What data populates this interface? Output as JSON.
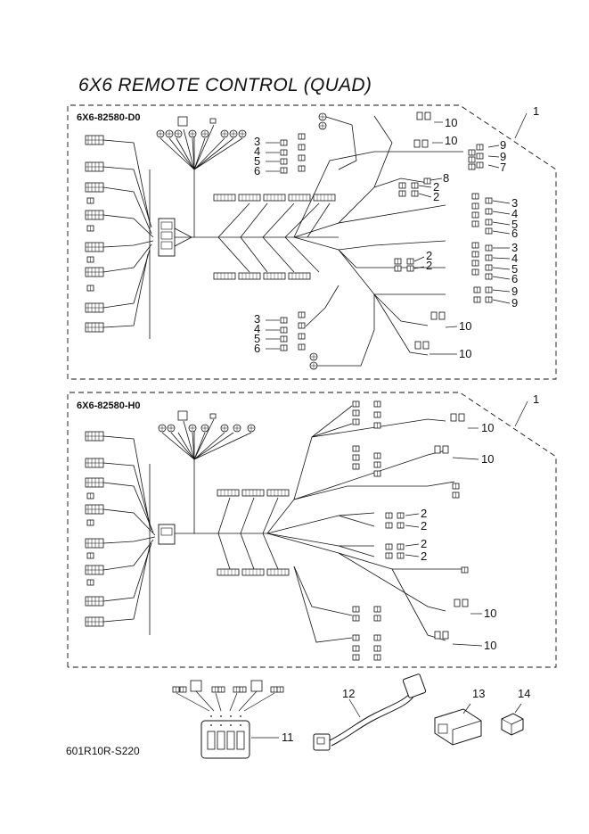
{
  "title": "6X6 REMOTE CONTROL (QUAD)",
  "panel_top": {
    "part_number": "6X6-82580-D0",
    "callouts": {
      "assembly": "1",
      "left_group": [
        "3",
        "4",
        "5",
        "6"
      ],
      "left_group_lower": [
        "3",
        "4",
        "5",
        "6"
      ],
      "right_upper": [
        "10",
        "10",
        "9",
        "9",
        "7",
        "8",
        "2",
        "2"
      ],
      "right_mid": [
        "3",
        "4",
        "5",
        "6"
      ],
      "right_mid2": [
        "3",
        "4",
        "5",
        "6",
        "2",
        "2",
        "9",
        "9"
      ],
      "right_lower": [
        "10",
        "10"
      ]
    }
  },
  "panel_bottom": {
    "part_number": "6X6-82580-H0",
    "callouts": {
      "assembly": "1",
      "right": [
        "10",
        "10",
        "2",
        "2",
        "2",
        "2",
        "10",
        "10"
      ]
    }
  },
  "parts": {
    "switch_panel": "11",
    "adapter_cable": "12",
    "coupler": "13",
    "cap": "14"
  },
  "footer_code": "601R10R-S220"
}
